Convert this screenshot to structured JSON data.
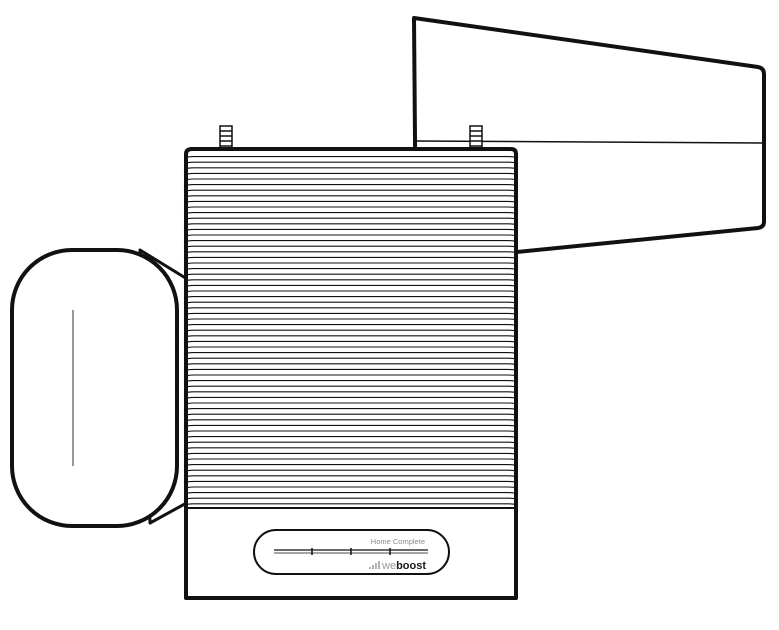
{
  "product": {
    "model_label": "Home Complete",
    "brand_prefix": "we",
    "brand_suffix": "boost"
  },
  "colors": {
    "line": "#111111",
    "background": "#ffffff",
    "label_text": "#8a8a8a",
    "brand_light": "#9a9a9a",
    "brand_dark": "#1a1a1a"
  },
  "illustration": {
    "objects": [
      "outdoor-directional-antenna",
      "signal-booster-unit",
      "indoor-panel-antenna"
    ]
  }
}
